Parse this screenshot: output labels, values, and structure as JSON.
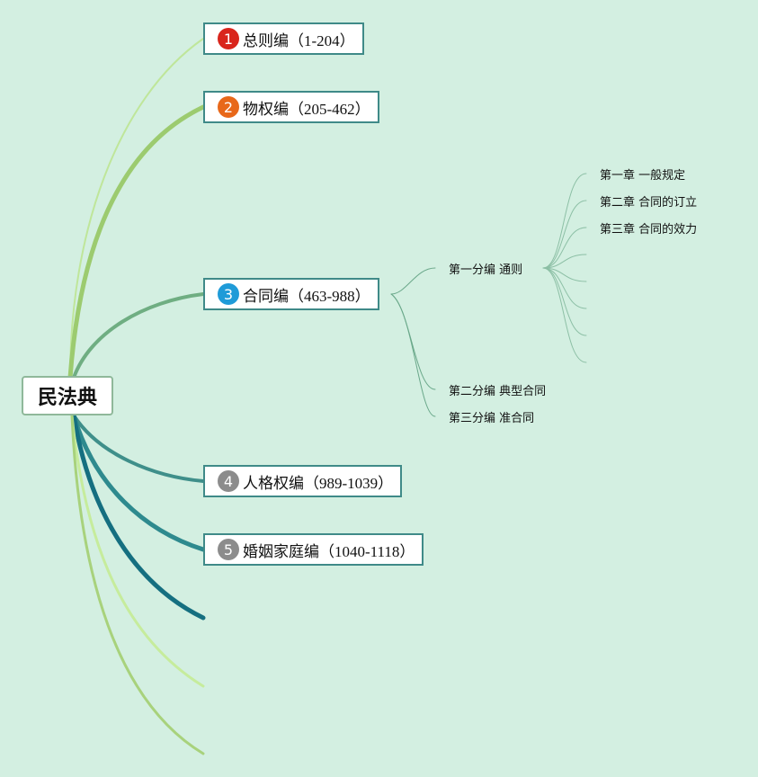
{
  "root": {
    "label": "民法典"
  },
  "books": [
    {
      "number": "1",
      "title": "总则编",
      "range": "（1-204）",
      "badge_color": "#d9251c"
    },
    {
      "number": "2",
      "title": "物权编",
      "range": "（205-462）",
      "badge_color": "#e8681a"
    },
    {
      "number": "3",
      "title": "合同编",
      "range": "（463-988）",
      "badge_color": "#1f9bd8"
    },
    {
      "number": "4",
      "title": "人格权编",
      "range": "（989-1039）",
      "badge_color": "#8c8c8c"
    },
    {
      "number": "5",
      "title": "婚姻家庭编",
      "range": "（1040-1118）",
      "badge_color": "#8c8c8c"
    }
  ],
  "contract_parts": [
    {
      "label": "第一分编 通则"
    },
    {
      "label": "第二分编 典型合同"
    },
    {
      "label": "第三分编 准合同"
    }
  ],
  "chapters": [
    {
      "label": "第一章 一般规定"
    },
    {
      "label": "第二章 合同的订立"
    },
    {
      "label": "第三章 合同的效力"
    }
  ],
  "colors": {
    "background": "#d3efe1",
    "node_border": "#3f8a88"
  }
}
